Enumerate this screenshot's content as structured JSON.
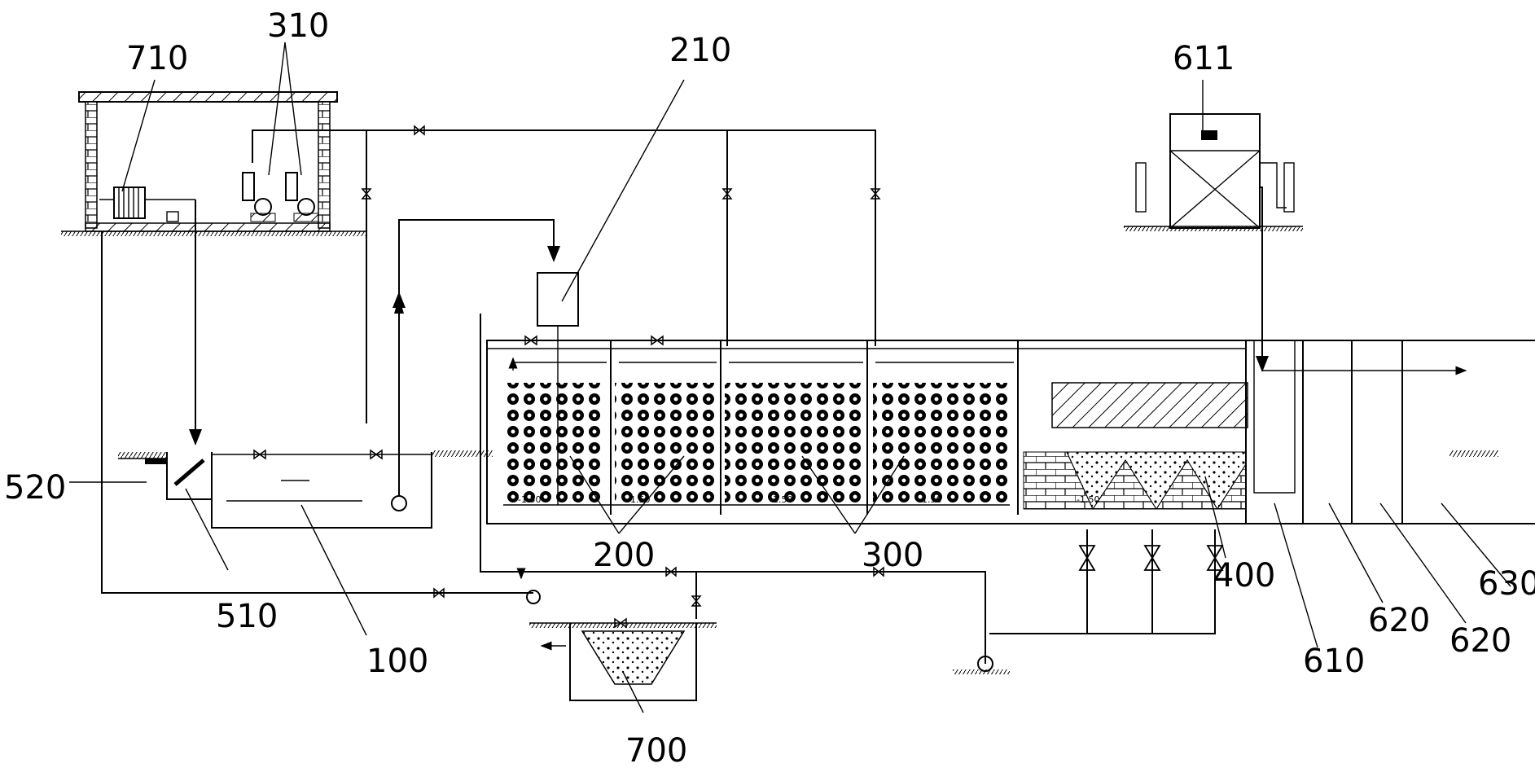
{
  "labels": {
    "l710": "710",
    "l310": "310",
    "l210": "210",
    "l611": "611",
    "l520": "520",
    "l510": "510",
    "l100": "100",
    "l200": "200",
    "l300": "300",
    "l400": "400",
    "l700": "700",
    "l610": "610",
    "l620a": "620",
    "l620b": "620",
    "l630": "630"
  },
  "elevation_marks": {
    "e1": "-1.50",
    "e2": "-1.50",
    "e3": "-1.50",
    "e4": "-1.50",
    "e5": "-1.50"
  },
  "colors": {
    "line": "#000000",
    "background": "#ffffff"
  }
}
